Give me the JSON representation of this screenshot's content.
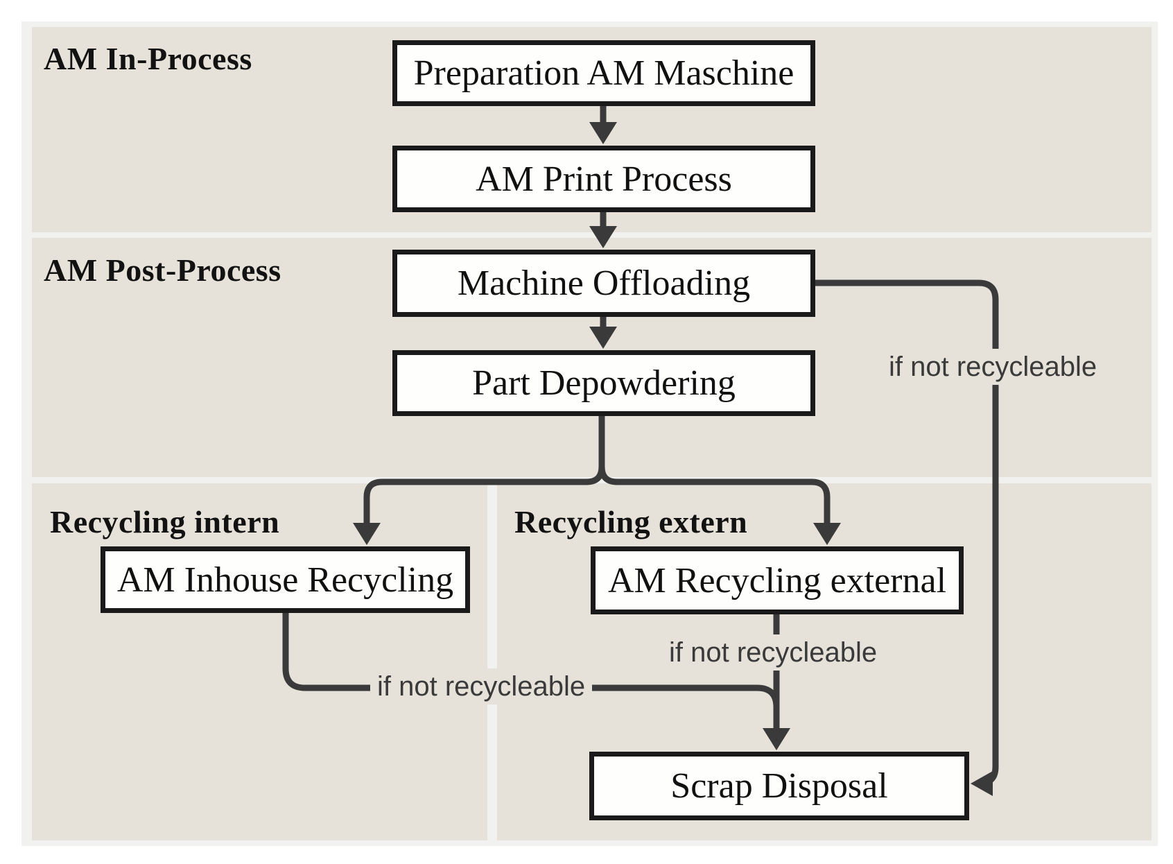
{
  "figure": {
    "sections": {
      "in_process": "AM In-Process",
      "post_process": "AM Post-Process",
      "recycling_intern": "Recycling intern",
      "recycling_extern": "Recycling extern"
    },
    "nodes": {
      "prep": "Preparation AM Maschine",
      "print": "AM Print Process",
      "offload": "Machine Offloading",
      "depowder": "Part Depowdering",
      "inhouse": "AM Inhouse Recycling",
      "external": "AM Recycling external",
      "scrap": "Scrap Disposal"
    },
    "edge_labels": {
      "offload_to_scrap": "if not recycleable",
      "external_to_scrap": "if not recycleable",
      "inhouse_to_scrap": "if not recycleable"
    },
    "colors": {
      "panel": "#e6e2d9",
      "frame": "#f1f1ef",
      "line": "#3a3a3a",
      "box_border": "#1a1a1a",
      "box_fill": "#fefefd"
    }
  }
}
